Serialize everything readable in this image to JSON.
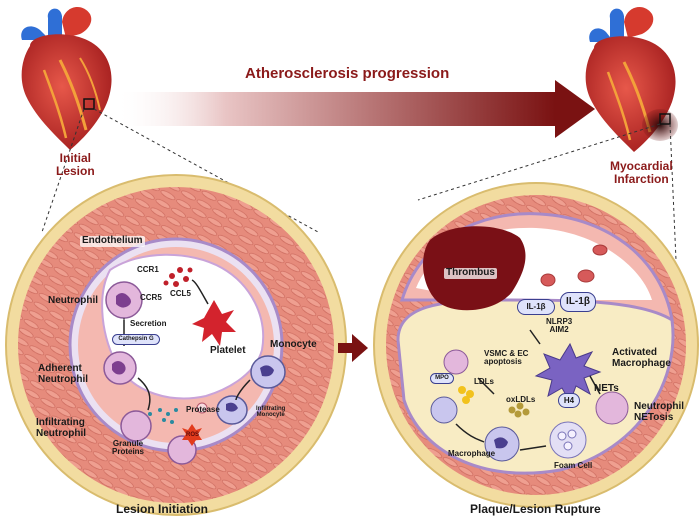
{
  "title": "Atherosclerosis progression",
  "left_panel": {
    "heart_label": "Initial\nLesion",
    "caption": "Lesion Initiation",
    "labels": {
      "endothelium": "Endothelium",
      "ccr1": "CCR1",
      "ccr5": "CCR5",
      "ccl5": "CCL5",
      "neutrophil": "Neutrophil",
      "secretion": "Secretion",
      "cathepsin": "Cathepsin G",
      "platelet": "Platelet",
      "monocyte": "Monocyte",
      "adherent": "Adherent\nNeutrophil",
      "infiltrating_neutrophil": "Infiltrating\nNeutrophil",
      "protease": "Protease",
      "infiltrating_monocyte": "Infiltrating\nMonocyte",
      "granule": "Granule\nProteins",
      "ros": "ROS"
    }
  },
  "right_panel": {
    "heart_label": "Myocardial\nInfarction",
    "caption": "Plaque/Lesion Rupture",
    "labels": {
      "thrombus": "Thrombus",
      "il1b_a": "IL-1β",
      "il1b_b": "IL-1β",
      "nlrp3": "NLRP3\nAIM2",
      "vsmc": "VSMC & EC\napoptosis",
      "activated_macrophage": "Activated\nMacrophage",
      "mpo": "MPO",
      "ldls": "LDLs",
      "nets": "NETs",
      "h4": "H4",
      "oxldls": "oxLDLs",
      "neutrophil_netosis": "Neutrophil\nNETosis",
      "macrophage": "Macrophage",
      "foam_cell": "Foam Cell"
    }
  },
  "colors": {
    "outer_ring": "#f2dca0",
    "media": "#e68b7c",
    "intima_line": "#a88ac8",
    "lumen_wall": "#f4b8b0",
    "arrow_dark": "#7a1212",
    "plaque": "#f8ecc4",
    "thrombus": "#7a1016"
  }
}
